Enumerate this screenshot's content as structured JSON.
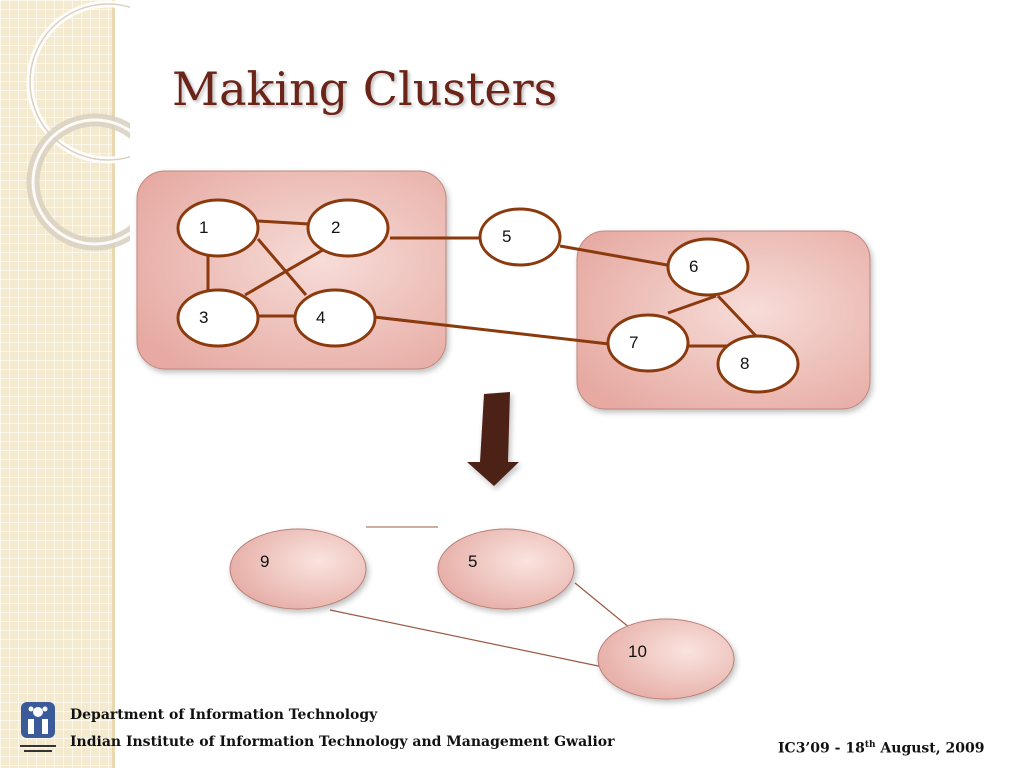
{
  "slide": {
    "title": "Making Clusters"
  },
  "diagram": {
    "top_graph": {
      "nodes": [
        "1",
        "2",
        "3",
        "4",
        "5",
        "6",
        "7",
        "8"
      ],
      "edges": [
        [
          "1",
          "2"
        ],
        [
          "1",
          "3"
        ],
        [
          "1",
          "4"
        ],
        [
          "2",
          "3"
        ],
        [
          "3",
          "4"
        ],
        [
          "2",
          "5"
        ],
        [
          "5",
          "6"
        ],
        [
          "4",
          "7"
        ],
        [
          "6",
          "7"
        ],
        [
          "6",
          "8"
        ],
        [
          "7",
          "8"
        ]
      ],
      "clusters": [
        [
          "1",
          "2",
          "3",
          "4"
        ],
        [
          "6",
          "7",
          "8"
        ]
      ]
    },
    "result_graph": {
      "nodes": [
        "9",
        "5",
        "10"
      ],
      "edges": [
        [
          "9",
          "10"
        ],
        [
          "5",
          "10"
        ]
      ]
    }
  },
  "footer": {
    "department": "Department of Information Technology",
    "institute": "Indian Institute of Information Technology and Management Gwalior",
    "event_prefix": "IC3’09 - 18",
    "event_sup": "th",
    "event_suffix": " August, 2009"
  },
  "colors": {
    "title": "#6b2418",
    "edge": "#8b3a0e",
    "cluster_fill": "#e6aaa2",
    "arrow": "#4e2014"
  }
}
